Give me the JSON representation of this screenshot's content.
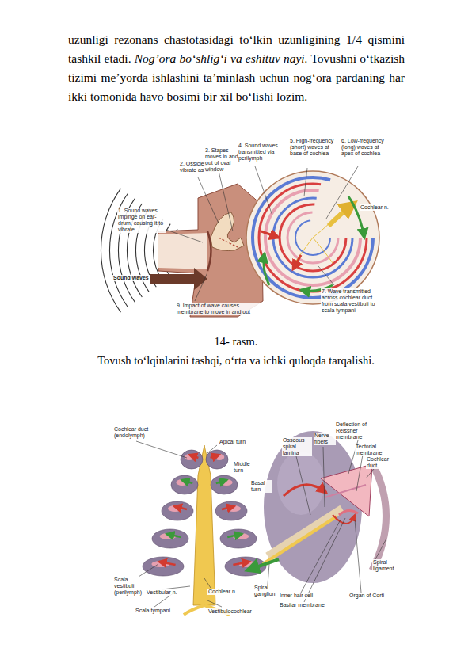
{
  "diagram": {
    "caption": "Tovush to‘lqinlarini tashqi, o‘rta va ichki quloqda tarqalishi.",
    "labels": [
      "uzunligi rezonans chastotasidagi to‘lkin uzunligining 1/4 qismini tashkil etadi.",
      "Nog’ora bo‘shlig‘i va eshituv nayi.",
      "Tovushni o‘tkazish tizimi me’yorda ishlashini ta’minlash uchun nog‘ora pardaning har ikki tomonida havo bosimi bir xil bo‘lishi lozim.",
      "14- rasm.",
      "1. Sound waves impinge on ear-drum, causing it to vibrate",
      "2. Ossicles vibrate as unit",
      "3. Stapes moves in and out of oval window",
      "4. Sound waves transmitted via perilymph",
      "5. High-frequency (short) waves at base of cochlea",
      "6. Low-frequency (long) waves at apex of cochlea",
      "Cochlear n.",
      "Sound waves",
      "7. Wave transmitted across cochlear duct from scala vestibuli to scala tympani",
      "9. Impact of wave causes membrane to move in and out",
      "Cochlear duct (endolymph)",
      "Apical turn",
      "Middle turn",
      "Basal turn",
      "Scala vestibuli (perilymph)",
      "Vestibular n.",
      "Cochlear n.",
      "Scala tympani",
      "Vestibulocochlear",
      "Osseous spiral lamina",
      "Nerve fibers",
      "Deflection of Reissner membrane",
      "Tectorial membrane",
      "Cochlear duct",
      "Spiral ganglion",
      "Inner hair cell",
      "Basilar membrane",
      "Organ of Corti",
      "Spiral ligament"
    ]
  }
}
